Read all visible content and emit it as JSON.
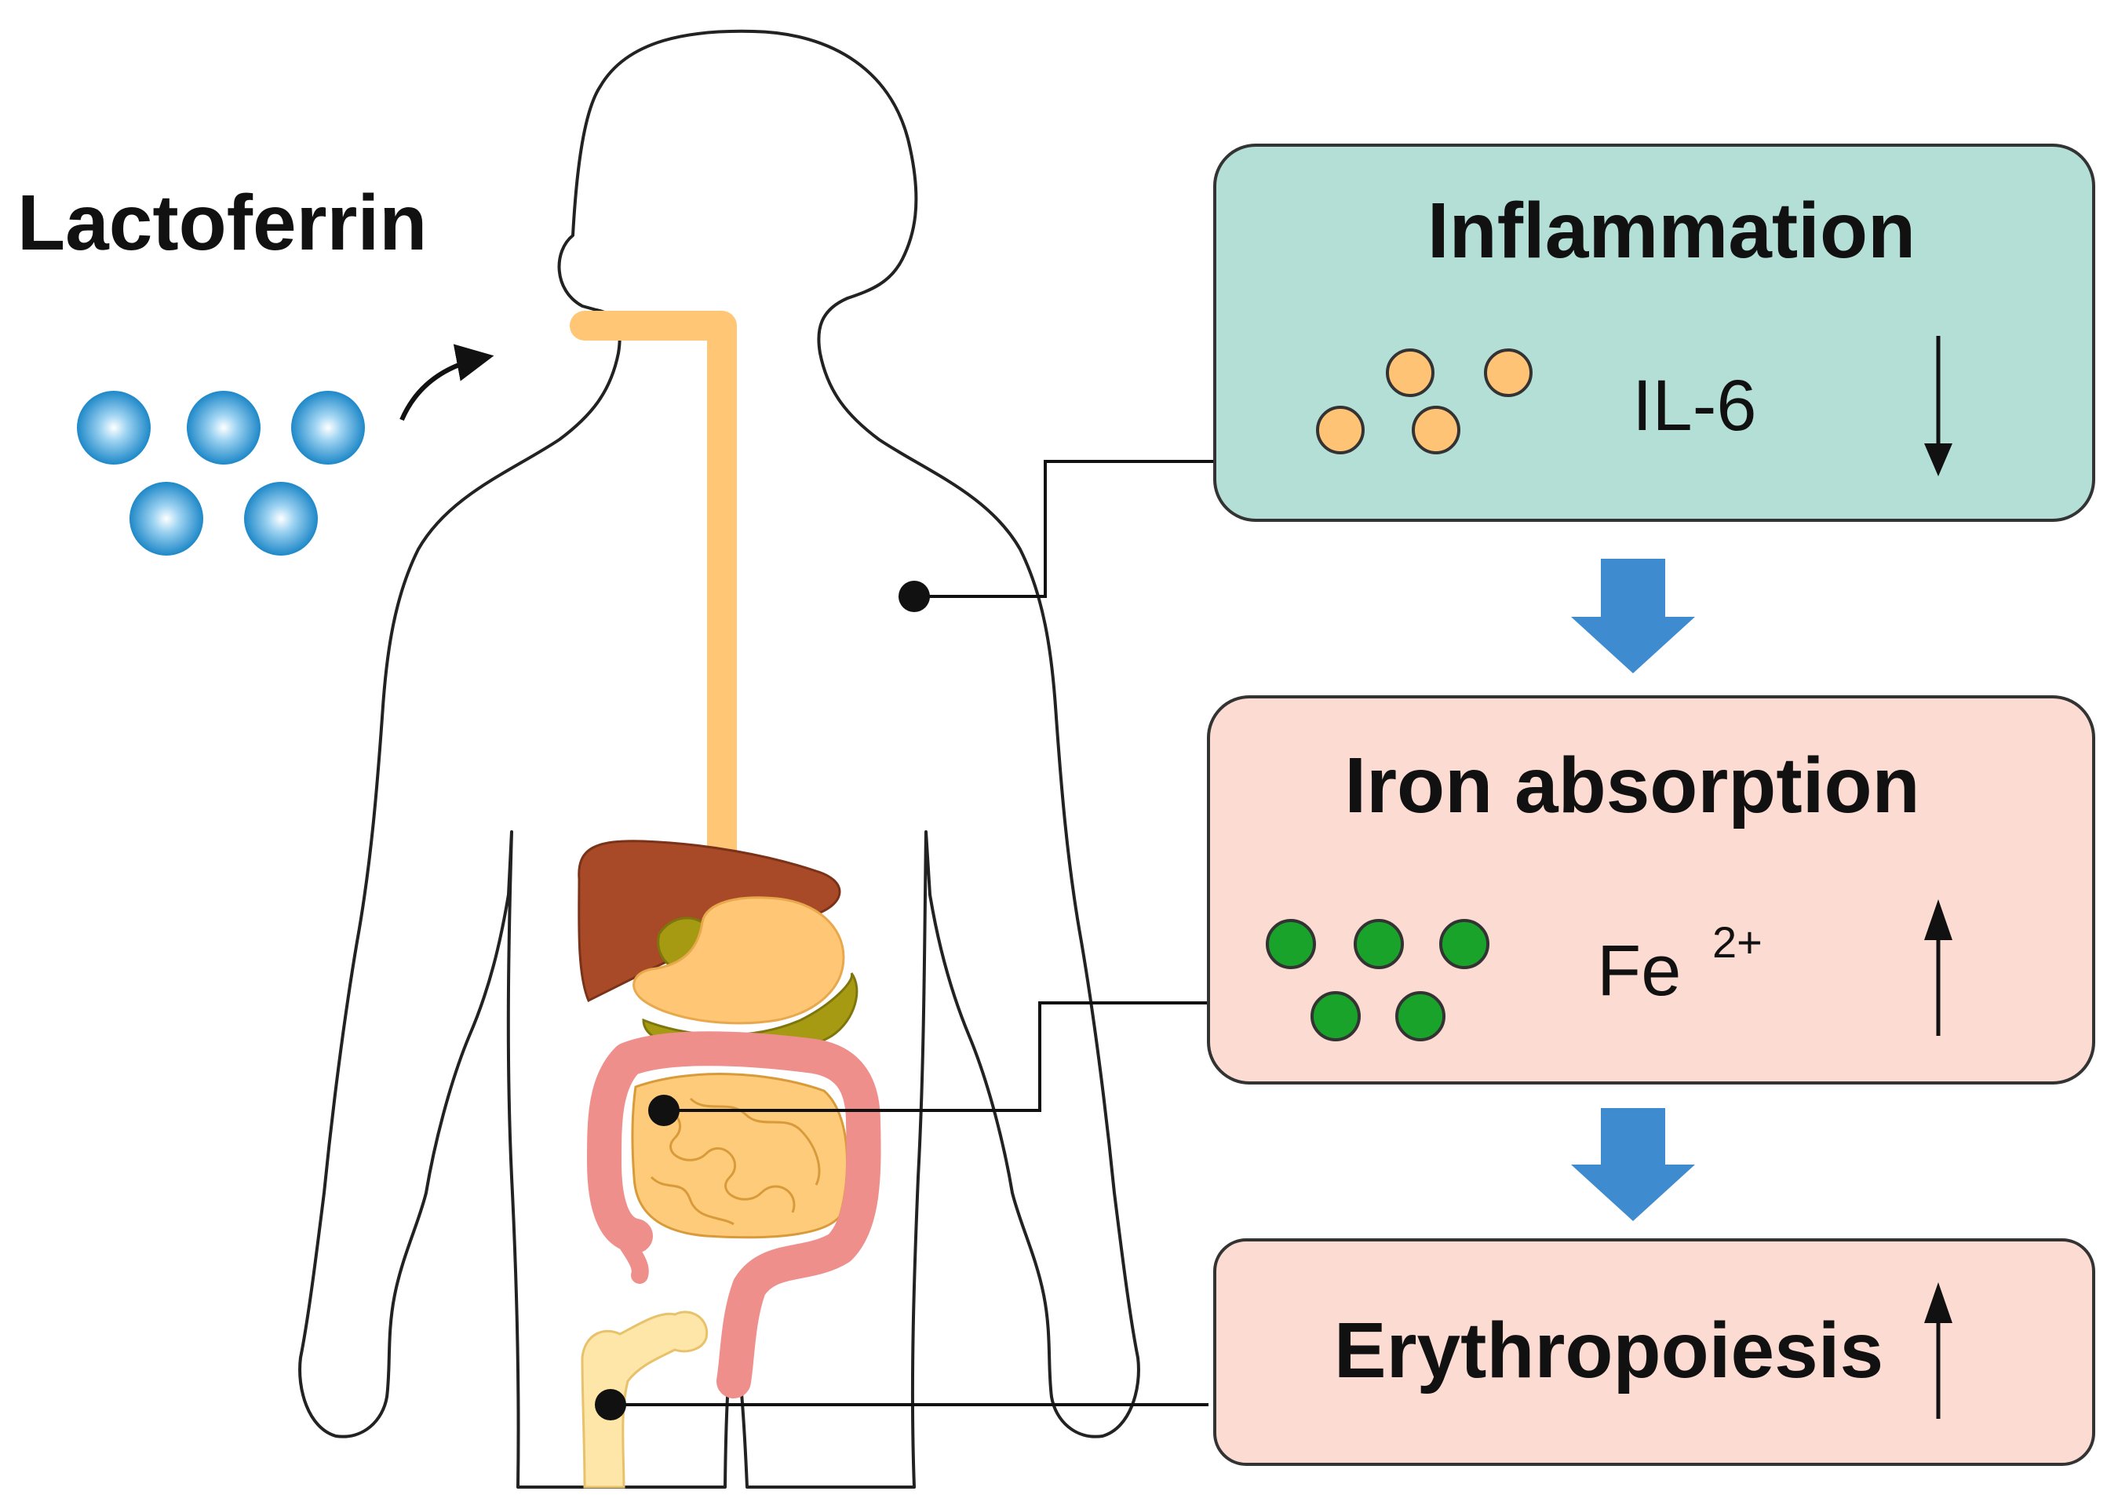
{
  "title": "Lactoferrin",
  "colors": {
    "inflammation_box": "#b3dfd6",
    "iron_box": "#fbdbd2",
    "erythro_box": "#fbdbd2",
    "lactoferrin_sphere": "#1e88c8",
    "il6_dot": "#ffc375",
    "iron_dot": "#1aa32b",
    "flow_arrow": "#3f8bd0",
    "esophagus": "#ffc676",
    "liver": "#a84a28",
    "colon": "#ef8f8c",
    "intestine": "#fdcb7a",
    "bone": "#fde6a8"
  },
  "boxes": {
    "inflammation": {
      "title": "Inflammation",
      "marker": "IL-6",
      "trend": "down"
    },
    "iron": {
      "title": "Iron absorption",
      "marker": "Fe",
      "marker_sup": "2+",
      "trend": "up"
    },
    "erythropoiesis": {
      "title": "Erythropoiesis",
      "trend": "up"
    }
  }
}
